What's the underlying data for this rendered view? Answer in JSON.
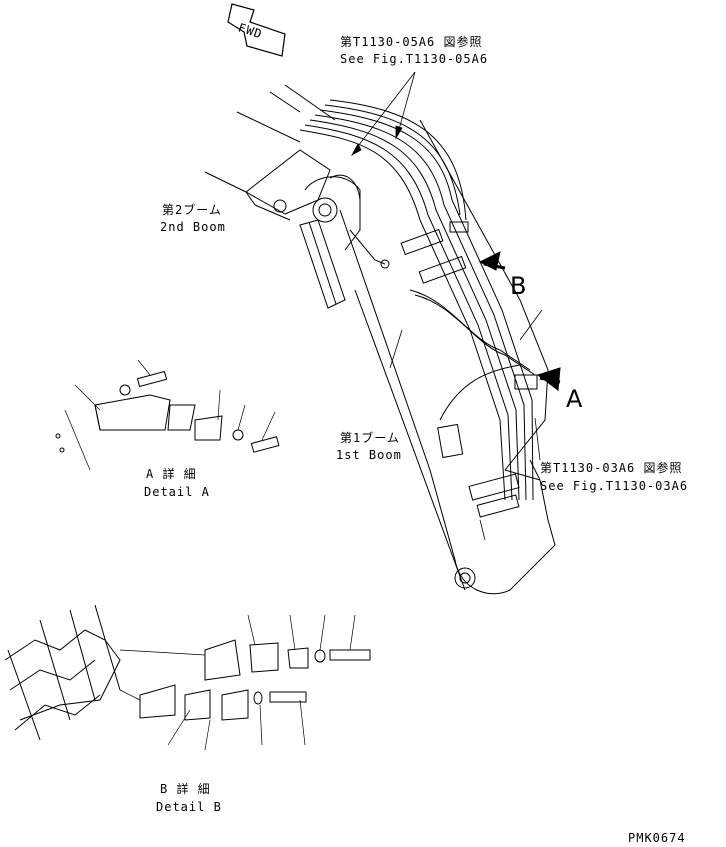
{
  "fwd_label": "FWD",
  "callouts": {
    "ref_top_jp": "第T1130-05A6 図参照",
    "ref_top_en": "See Fig.T1130-05A6",
    "ref_right_jp": "第T1130-03A6 図参照",
    "ref_right_en": "See Fig.T1130-03A6",
    "boom2_jp": "第2ブーム",
    "boom2_en": "2nd Boom",
    "boom1_jp": "第1ブーム",
    "boom1_en": "1st Boom",
    "view_b": "B",
    "view_a": "A"
  },
  "details": {
    "a_jp": "A 詳 細",
    "a_en": "Detail A",
    "b_jp": "B 詳 細",
    "b_en": "Detail B"
  },
  "drawing_code": "PMK0674"
}
